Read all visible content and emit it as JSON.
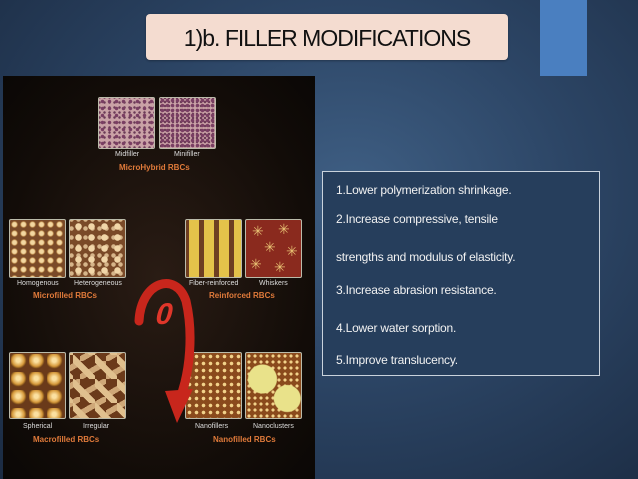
{
  "slide": {
    "title": "1)b. FILLER MODIFICATIONS",
    "accent_color": "#4a7fc0",
    "title_box_color": "#f4dcd0",
    "background_color": "#2c4565"
  },
  "figure": {
    "top": {
      "tiles": [
        "Midfiller",
        "Minifiller"
      ],
      "group": "MicroHybrid RBCs"
    },
    "middle_left": {
      "tiles": [
        "Homogenous",
        "Heterogeneous"
      ],
      "group": "Microfilled RBCs"
    },
    "middle_right": {
      "tiles": [
        "Fiber-reinforced",
        "Whiskers"
      ],
      "group": "Reinforced RBCs"
    },
    "bottom_left": {
      "tiles": [
        "Spherical",
        "Irregular"
      ],
      "group": "Macrofilled RBCs"
    },
    "bottom_right": {
      "tiles": [
        "Nanofillers",
        "Nanoclusters"
      ],
      "group": "Nanofilled RBCs"
    },
    "arrow_symbol": "0",
    "arrow_color": "#c8261c"
  },
  "list": {
    "items": [
      "1.Lower polymerization shrinkage.",
      "2.Increase compressive, tensile",
      "strengths and modulus of elasticity.",
      "3.Increase abrasion resistance.",
      "4.Lower water sorption.",
      "5.Improve translucency."
    ]
  }
}
